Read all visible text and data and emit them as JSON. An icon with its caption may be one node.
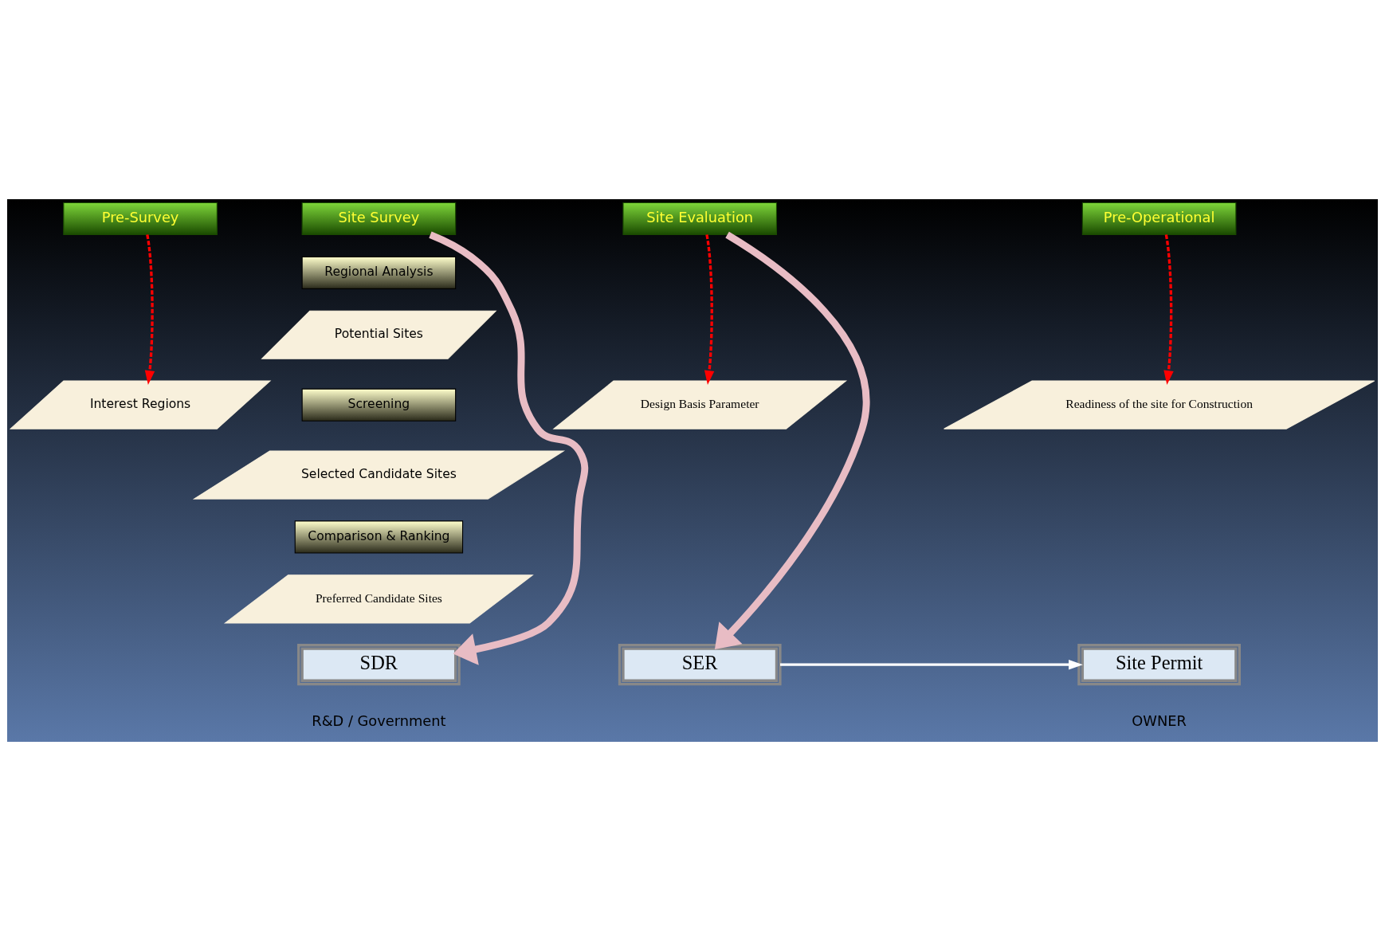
{
  "diagram": {
    "nodes": [
      {
        "text": [
          "Pre-Survey"
        ]
      },
      {
        "text": [
          "Site Survey"
        ]
      },
      {
        "text": [
          "Site Evaluation"
        ]
      },
      {
        "text": [
          "Pre-Operational"
        ]
      },
      {
        "text": [
          "Interest Regions"
        ]
      },
      {
        "text": [
          "Regional Analysis"
        ]
      },
      {
        "text": [
          "Potential Sites"
        ]
      },
      {
        "text": [
          "Screening"
        ]
      },
      {
        "text": [
          "Selected Candidate Sites"
        ]
      },
      {
        "text": [
          "Comparison & Ranking"
        ]
      },
      {
        "text": [
          "Preferred Candidate Sites"
        ]
      },
      {
        "text": [
          "Design Basis Parameter"
        ]
      },
      {
        "text": [
          "Readiness of the site for Construction"
        ]
      },
      {
        "text": [
          "SDR"
        ]
      },
      {
        "text": [
          "SER"
        ]
      },
      {
        "text": [
          "Site Permit"
        ]
      }
    ],
    "edges": [
      {
        "from": 0,
        "to": 4,
        "arrow": "to",
        "style": "dashed",
        "color": "#ff0000"
      },
      {
        "from": 1,
        "to": 13,
        "arrow": "to",
        "style": "thick",
        "color": "#e8bcc4"
      },
      {
        "from": 2,
        "to": 11,
        "arrow": "to",
        "style": "dashed",
        "color": "#ff0000"
      },
      {
        "from": 2,
        "to": 14,
        "arrow": "to",
        "style": "thick",
        "color": "#e8bcc4"
      },
      {
        "from": 3,
        "to": 12,
        "arrow": "to",
        "style": "dashed",
        "color": "#ff0000"
      },
      {
        "from": 14,
        "to": 15,
        "arrow": "to",
        "color": "#ffffff"
      }
    ],
    "labels": [
      "R&D / Government",
      "OWNER"
    ]
  }
}
